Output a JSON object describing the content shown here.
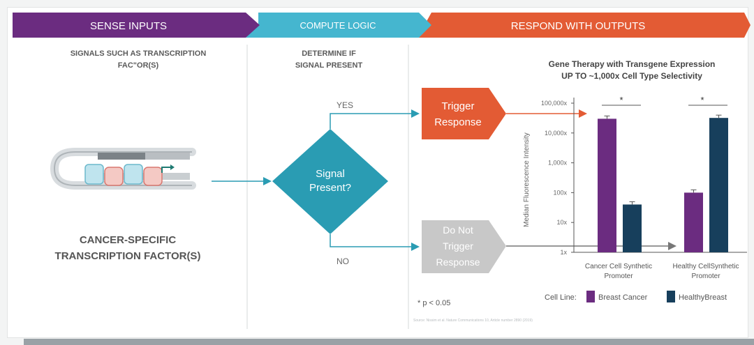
{
  "header": {
    "stage1": "SENSE INPUTS",
    "stage2": "COMPUTE LOGIC",
    "stage3": "RESPOND WITH OUTPUTS",
    "colors": {
      "stage1": "#6b2c80",
      "stage2": "#45b6cf",
      "stage3": "#e35b34"
    }
  },
  "sense": {
    "caption_line1": "SIGNALS SUCH AS TRANSCRIPTION",
    "caption_line2": "FAC\"OR(S)",
    "bottom_line1": "CANCER-SPECIFIC",
    "bottom_line2": "TRANSCRIPTION FACTOR(S)"
  },
  "compute": {
    "caption_line1": "DETERMINE IF",
    "caption_line2": "SIGNAL PRESENT",
    "diamond_line1": "Signal",
    "diamond_line2": "Present?",
    "yes": "YES",
    "no": "NO",
    "diamond_color": "#2a9cb3"
  },
  "respond": {
    "trigger_line1": "Trigger",
    "trigger_line2": "Response",
    "notrigger_line1": "Do Not",
    "notrigger_line2": "Trigger",
    "notrigger_line3": "Response",
    "trigger_color": "#e35b34",
    "notrigger_color": "#c8c8c8"
  },
  "chart_data": {
    "type": "bar",
    "title": "Gene Therapy with Transgene Expression",
    "subtitle": "UP TO ~1,000x Cell Type Selectivity",
    "ylabel": "Median Fluorescence Intensity",
    "yscale": "log",
    "ylim": [
      1,
      100000
    ],
    "yticks": [
      "1x",
      "10x",
      "100x",
      "1,000x",
      "10,000x",
      "100,000x"
    ],
    "categories": [
      "Cancer Cell Synthetic Promoter",
      "Healthy Cell Synthetic Promoter"
    ],
    "category_label_lines": [
      [
        "Cancer Cell Synthetic",
        "Promoter"
      ],
      [
        "Healthy CellSynthetic",
        "Promoter"
      ]
    ],
    "series": [
      {
        "name": "Breast Cancer",
        "color": "#6b2c80",
        "values": [
          30000,
          100
        ]
      },
      {
        "name": "HealthyBreast",
        "color": "#173f5c",
        "values": [
          40,
          32000
        ]
      }
    ],
    "significance_marker": "*",
    "legend_title": "Cell Line:",
    "footnote": "* p < 0.05",
    "source": "Source: Nissim et al. Nature Communications 10, Article number 2890 (2019)"
  }
}
